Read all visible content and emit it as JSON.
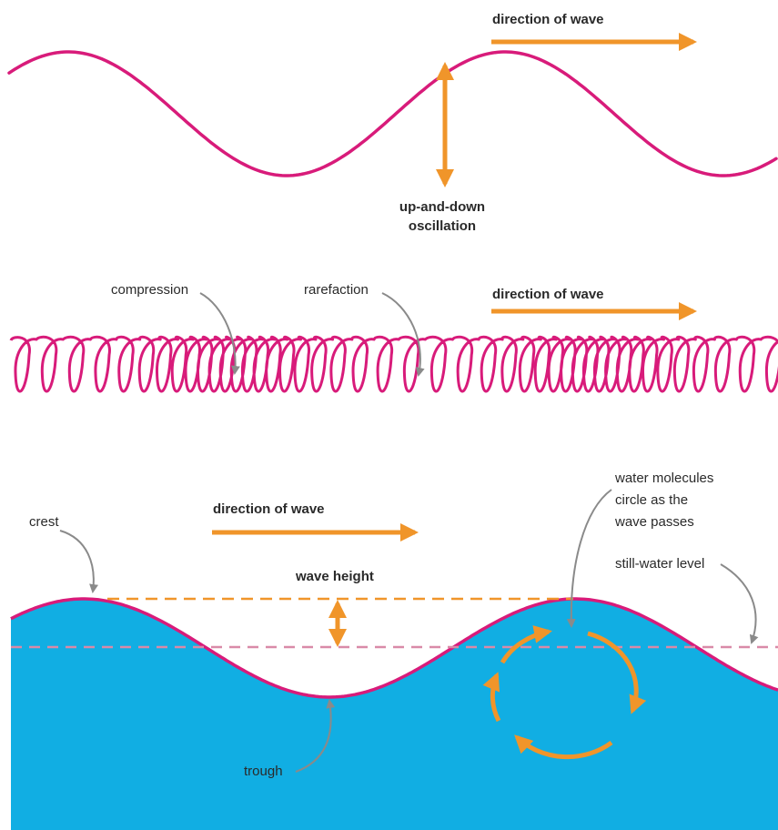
{
  "colors": {
    "wave": "#d81b7a",
    "arrow": "#f0952a",
    "water": "#11aee3",
    "pointer": "#8a8a8a",
    "still_level": "#d98aa8"
  },
  "transverse": {
    "direction_label": "direction of wave",
    "oscillation_label_line1": "up-and-down",
    "oscillation_label_line2": "oscillation"
  },
  "longitudinal": {
    "compression_label": "compression",
    "rarefaction_label": "rarefaction",
    "direction_label": "direction of wave"
  },
  "water_wave": {
    "crest_label": "crest",
    "direction_label": "direction of wave",
    "wave_height_label": "wave height",
    "molecules_label_line1": "water molecules",
    "molecules_label_line2": "circle as the",
    "molecules_label_line3": "wave passes",
    "still_water_label": "still-water level",
    "trough_label": "trough"
  }
}
